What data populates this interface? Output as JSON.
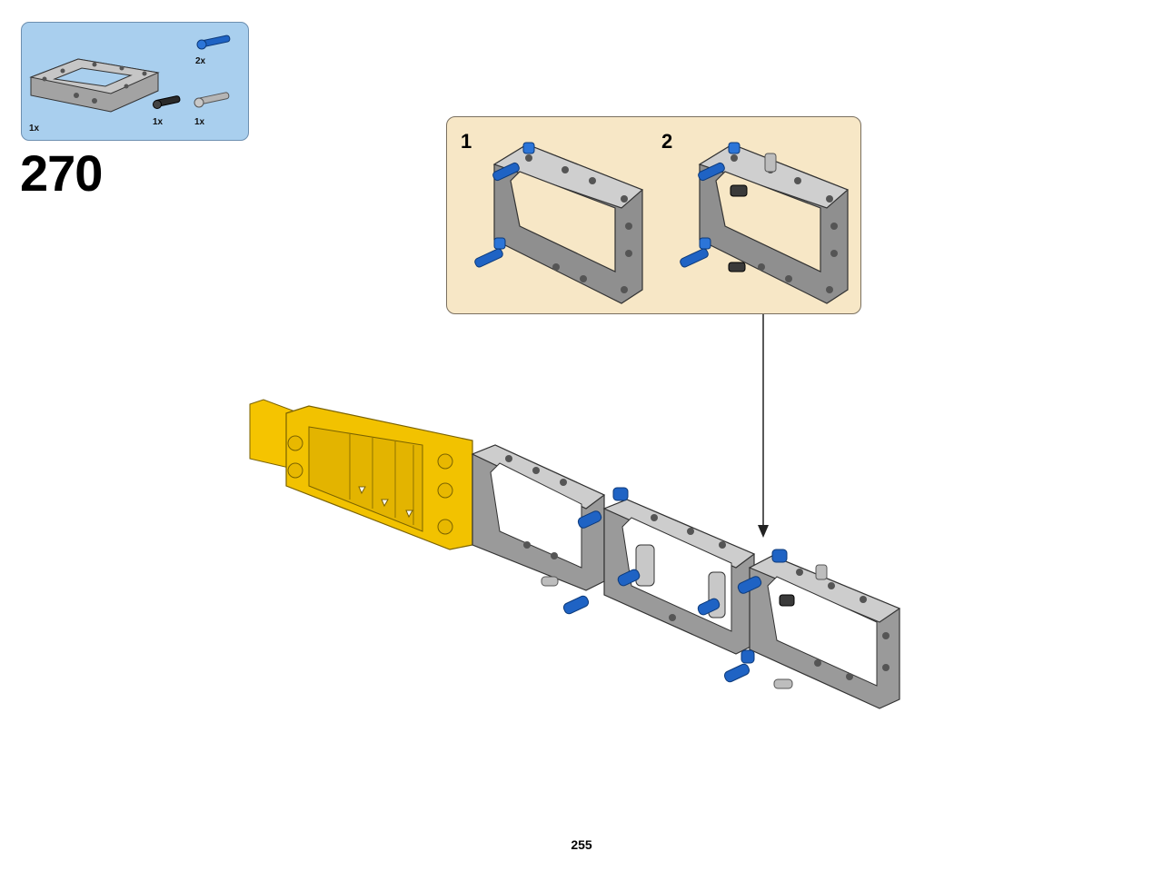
{
  "parts_list": {
    "items": [
      {
        "icon": "frame-5x7-icon",
        "qty": "1x",
        "color": "#9c9c9c"
      },
      {
        "icon": "blue-axle-pin-icon",
        "qty": "2x",
        "color": "#1f63c4"
      },
      {
        "icon": "black-pin-icon",
        "qty": "1x",
        "color": "#222222"
      },
      {
        "icon": "gray-axle-pin-icon",
        "qty": "1x",
        "color": "#a3a3a3"
      }
    ]
  },
  "step": {
    "number": "270"
  },
  "sub_assembly": {
    "steps": [
      {
        "label": "1"
      },
      {
        "label": "2"
      }
    ]
  },
  "colors": {
    "parts_bg": "#a9cfee",
    "sub_bg": "#f7e7c6",
    "yellow": "#f5c400",
    "frame_gray": "#a6a6a6",
    "pin_blue": "#1f63c4"
  },
  "page": {
    "number": "255"
  }
}
